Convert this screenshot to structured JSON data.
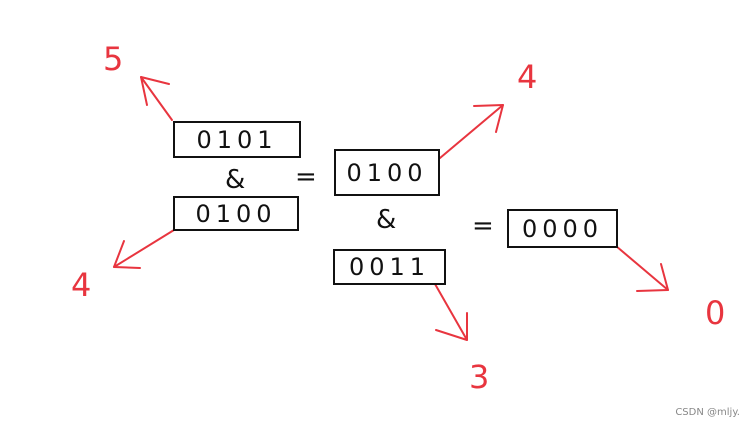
{
  "colors": {
    "arrow": "#e8353f",
    "box_border": "#111111",
    "text": "#111111"
  },
  "step1": {
    "operand_a": "0101",
    "operand_b": "0100",
    "operator": "&",
    "equals": "=",
    "result": "0100",
    "label_a": "5",
    "label_b": "4",
    "label_result": "4"
  },
  "step2": {
    "operand_b": "0011",
    "operator": "&",
    "equals": "=",
    "result": "0000",
    "label_b": "3",
    "label_result": "0"
  },
  "watermark": "CSDN @mljy."
}
